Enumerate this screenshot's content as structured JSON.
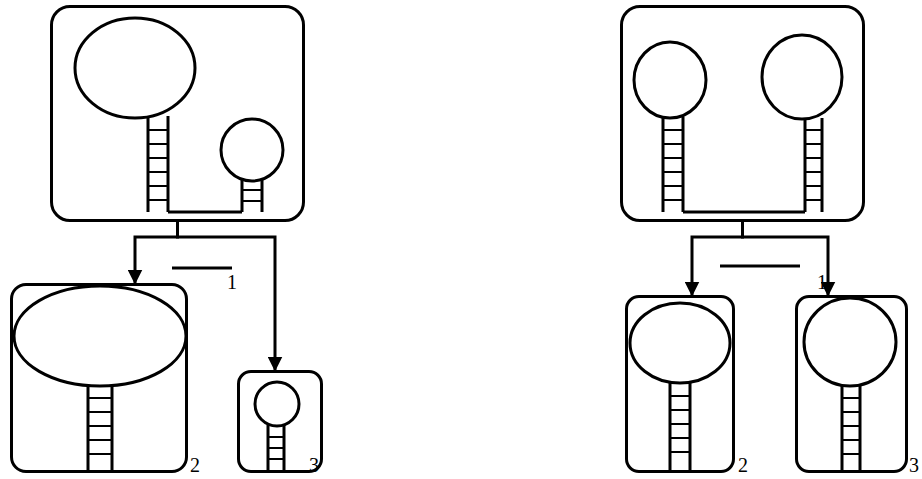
{
  "diagram": {
    "nodes": [
      {
        "text": [
          "1"
        ]
      },
      {
        "text": [
          "2"
        ]
      },
      {
        "text": [
          "3"
        ]
      },
      {
        "text": [
          "1"
        ]
      },
      {
        "text": [
          "2"
        ]
      },
      {
        "text": [
          "3"
        ]
      }
    ],
    "edges": [
      {
        "from": 0,
        "to": 1,
        "arrow": "to"
      },
      {
        "from": 0,
        "to": 2,
        "arrow": "to"
      },
      {
        "from": 3,
        "to": 4,
        "arrow": "to"
      },
      {
        "from": 3,
        "to": 5,
        "arrow": "to"
      }
    ]
  }
}
